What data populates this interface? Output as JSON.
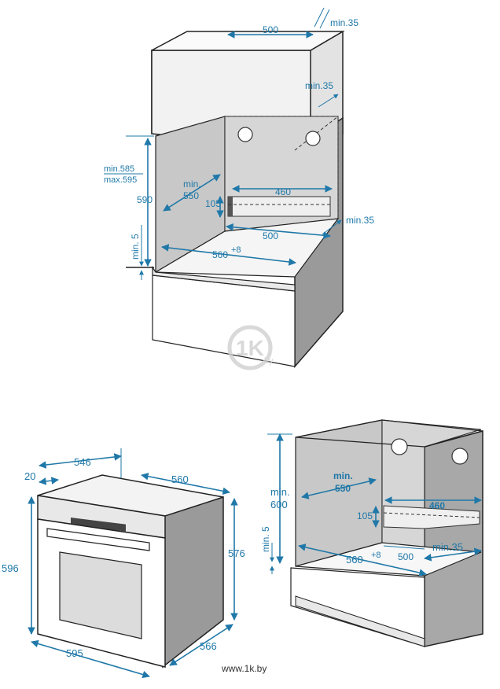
{
  "top": {
    "dim_500_top": "500",
    "dim_min35_a": "min.35",
    "dim_min35_b": "min.35",
    "dim_min585": "min.585",
    "dim_max595": "max.595",
    "dim_590": "590",
    "dim_min_label": "min.",
    "dim_550": "550",
    "dim_460": "460",
    "dim_105": "105",
    "dim_500_base": "500",
    "dim_min35_c": "min.35",
    "dim_560": "560",
    "dim_560_sup": "+8",
    "dim_min5": "min. 5"
  },
  "oven": {
    "dim_546": "546",
    "dim_20": "20",
    "dim_560": "560",
    "dim_596": "596",
    "dim_576": "576",
    "dim_595": "595",
    "dim_566": "566"
  },
  "base": {
    "dim_min_label": "min.",
    "dim_600": "600",
    "dim_min_label2": "min.",
    "dim_550": "550",
    "dim_460": "460",
    "dim_105": "105",
    "dim_560": "560",
    "dim_560_sup": "+8",
    "dim_500": "500",
    "dim_min35": "min.35",
    "dim_min5": "min. 5"
  },
  "watermark": {
    "logo_text": "1K",
    "logo_suffix": "by"
  },
  "credit": {
    "site": "www.1k.by"
  }
}
